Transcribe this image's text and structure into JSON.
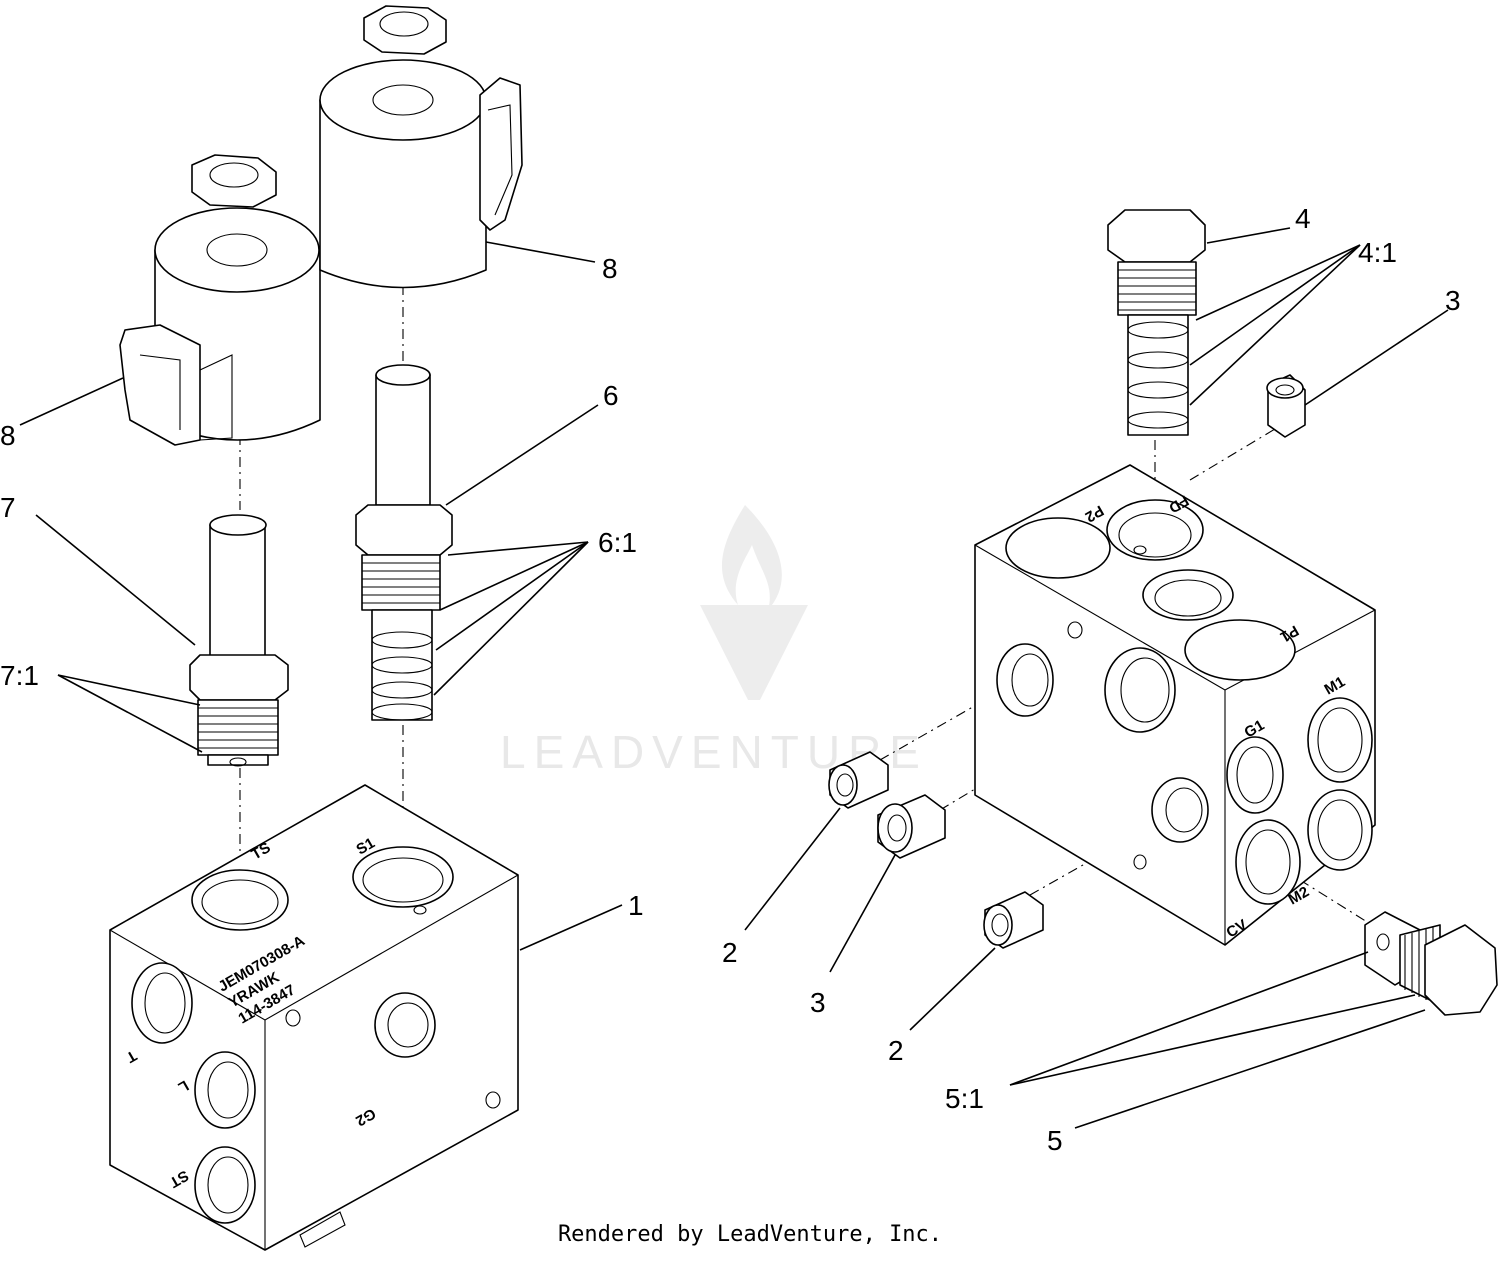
{
  "watermark": {
    "brand": "LEADVENTURE"
  },
  "footer": {
    "text": "Rendered by LeadVenture, Inc."
  },
  "ports": {
    "left": [
      "TS",
      "S1",
      "T",
      "L",
      "ST",
      "G2"
    ],
    "right": [
      "P2",
      "FD",
      "P1",
      "M1",
      "G1",
      "M2",
      "CV"
    ]
  },
  "stamp": {
    "line1": "JEM070308-A",
    "line2": "YRAWK",
    "line3": "114-3847"
  },
  "callouts": {
    "c1": "1",
    "c2a": "2",
    "c2b": "2",
    "c3a": "3",
    "c3b": "3",
    "c4": "4",
    "c41": "4:1",
    "c5": "5",
    "c51": "5:1",
    "c6": "6",
    "c61": "6:1",
    "c7": "7",
    "c71": "7:1",
    "c8a": "8",
    "c8b": "8"
  }
}
